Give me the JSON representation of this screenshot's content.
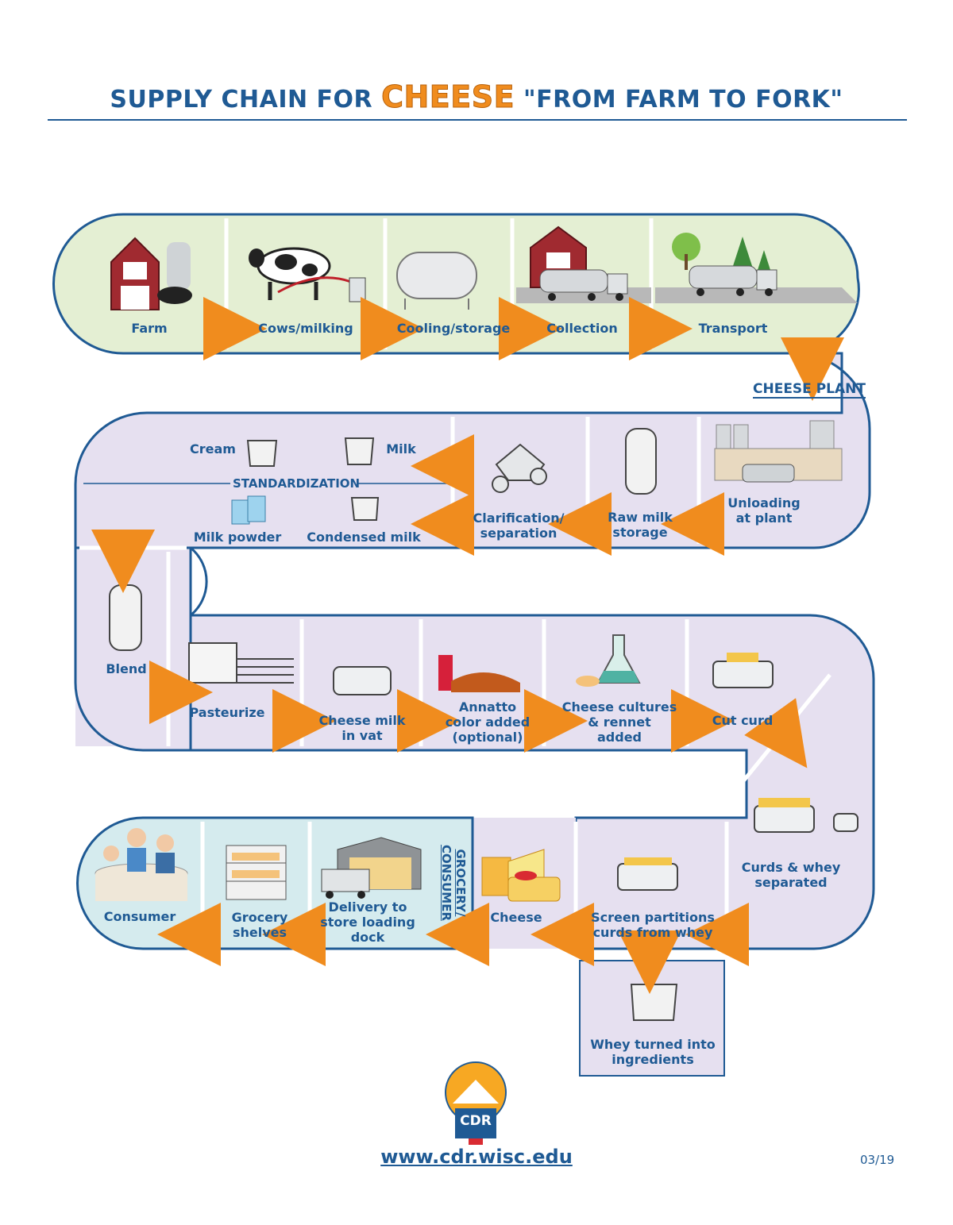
{
  "header": {
    "title_before": "SUPPLY CHAIN FOR",
    "title_highlight": "CHEESE",
    "title_after": "\"FROM FARM TO FORK\""
  },
  "sections": {
    "cheese_plant": "CHEESE PLANT",
    "standardization": "STANDARDIZATION",
    "grocery_consumer": "GROCERY/\nCONSUMER"
  },
  "steps": {
    "farm": "Farm",
    "cows_milking": "Cows/milking",
    "cooling_storage": "Cooling/storage",
    "collection": "Collection",
    "transport": "Transport",
    "unloading": "Unloading\nat plant",
    "raw_milk": "Raw milk\nstorage",
    "clarification": "Clarification/\nseparation",
    "cream": "Cream",
    "milk": "Milk",
    "milk_powder": "Milk powder",
    "condensed_milk": "Condensed milk",
    "blend": "Blend",
    "pasteurize": "Pasteurize",
    "cheese_milk_vat": "Cheese milk\nin vat",
    "annatto": "Annatto\ncolor added\n(optional)",
    "cultures": "Cheese cultures\n& rennet\nadded",
    "cut_curd": "Cut curd",
    "curds_whey": "Curds & whey\nseparated",
    "screen": "Screen partitions\ncurds from whey",
    "whey_ingredients": "Whey turned into\ningredients",
    "cheese": "Cheese",
    "delivery": "Delivery to\nstore loading\ndock",
    "grocery_shelves": "Grocery\nshelves",
    "consumer": "Consumer"
  },
  "footer": {
    "logo_text": "CDR",
    "url": "www.cdr.wisc.edu",
    "date": "03/19"
  },
  "colors": {
    "brand_blue": "#1f5a94",
    "accent_orange": "#f08c1e",
    "farm_green": "#e4efd3",
    "plant_lavender": "#e6e0f0",
    "consumer_teal": "#d5ebee"
  }
}
